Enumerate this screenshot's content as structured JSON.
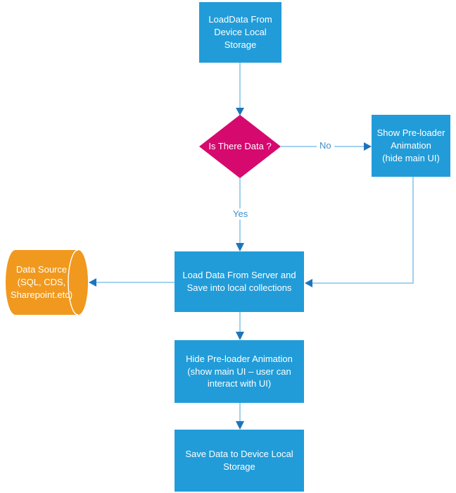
{
  "colors": {
    "background": "#ffffff",
    "process-fill": "#219CD9",
    "decision-fill": "#D6096E",
    "datastore-fill": "#F0991E",
    "connector-line": "#6CB8E4",
    "arrowhead": "#1C75BC",
    "edge-label": "#418FC7",
    "node-text": "#ffffff"
  },
  "nodes": {
    "load_local": {
      "type": "process",
      "label": "LoadData From\nDevice Local\nStorage"
    },
    "decision": {
      "type": "decision",
      "label": "Is There Data ?"
    },
    "show_preloader": {
      "type": "process",
      "label": "Show Pre-loader\nAnimation\n(hide main UI)"
    },
    "load_server": {
      "type": "process",
      "label": "Load Data From Server and\nSave into local collections"
    },
    "data_source": {
      "type": "data-store",
      "label": "Data Source\n(SQL, CDS,\nSharepoint.etc)"
    },
    "hide_preloader": {
      "type": "process",
      "label": "Hide Pre-loader Animation\n(show main UI – user can\ninteract with UI)"
    },
    "save_local": {
      "type": "process",
      "label": "Save Data to Device Local\nStorage"
    }
  },
  "edges": {
    "yes_label": "Yes",
    "no_label": "No"
  }
}
